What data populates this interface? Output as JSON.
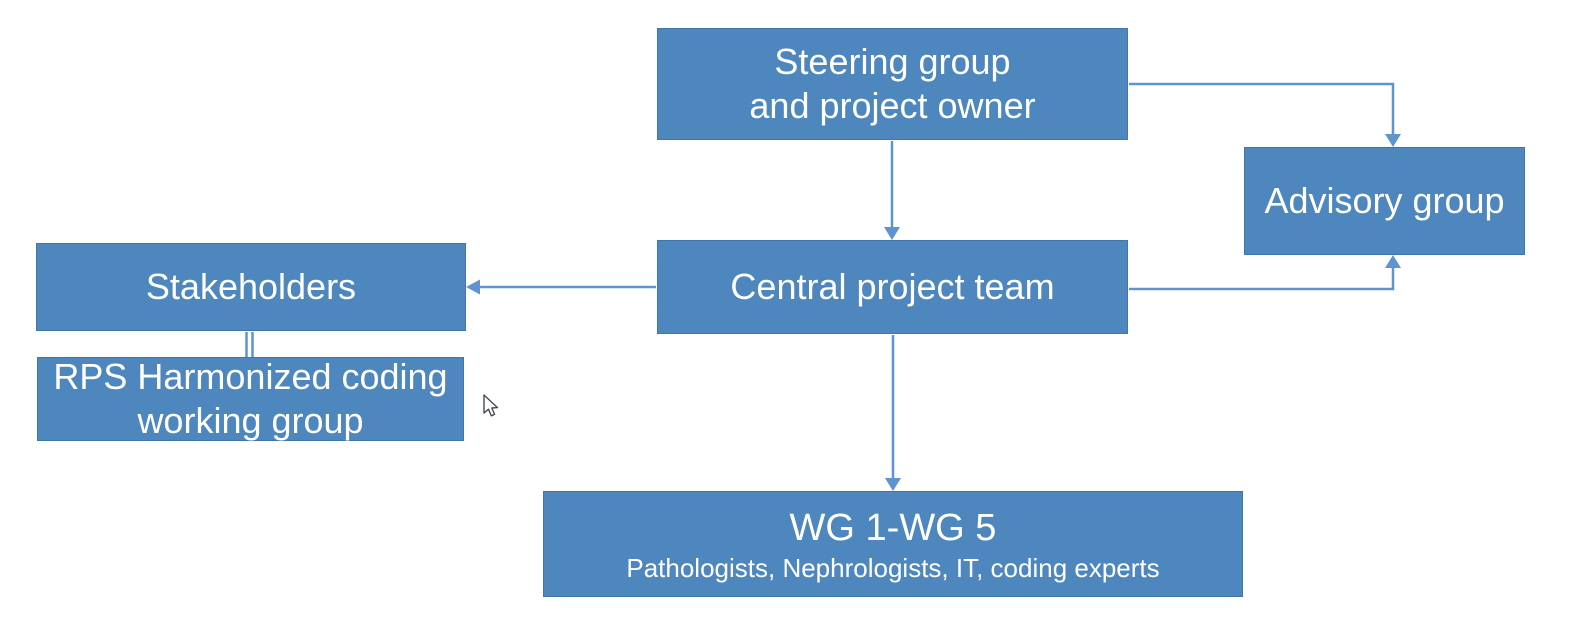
{
  "diagram": {
    "type": "org-chart",
    "boxes": {
      "steering": {
        "lines": [
          "Steering group",
          "and project owner"
        ]
      },
      "advisory": {
        "label": "Advisory group"
      },
      "central": {
        "label": "Central project team"
      },
      "stakeholders": {
        "label": "Stakeholders"
      },
      "rps": {
        "lines": [
          "RPS Harmonized coding",
          "working group"
        ]
      },
      "wg": {
        "title": "WG 1-WG 5",
        "subtitle": "Pathologists, Nephrologists, IT, coding experts"
      }
    },
    "connectors": [
      {
        "from": "steering-group",
        "to": "central-project-team",
        "style": "arrow-straight-down"
      },
      {
        "from": "steering-group",
        "to": "advisory-group",
        "style": "arrow-elbow-right-down"
      },
      {
        "from": "central-project-team",
        "to": "advisory-group",
        "style": "arrow-elbow-right-up"
      },
      {
        "from": "central-project-team",
        "to": "stakeholders",
        "style": "arrow-straight-left"
      },
      {
        "from": "central-project-team",
        "to": "wg-1-wg-5",
        "style": "arrow-straight-down"
      },
      {
        "from": "stakeholders",
        "to": "rps-working-group",
        "style": "double-line"
      }
    ]
  },
  "colors": {
    "box_fill": "#4E86BE",
    "box_border": "#4076AC",
    "connector": "#5E94CF",
    "text": "#FFFFFF",
    "background": "#FFFFFF"
  },
  "cursor": {
    "type": "arrow-pointer",
    "visible": true
  }
}
